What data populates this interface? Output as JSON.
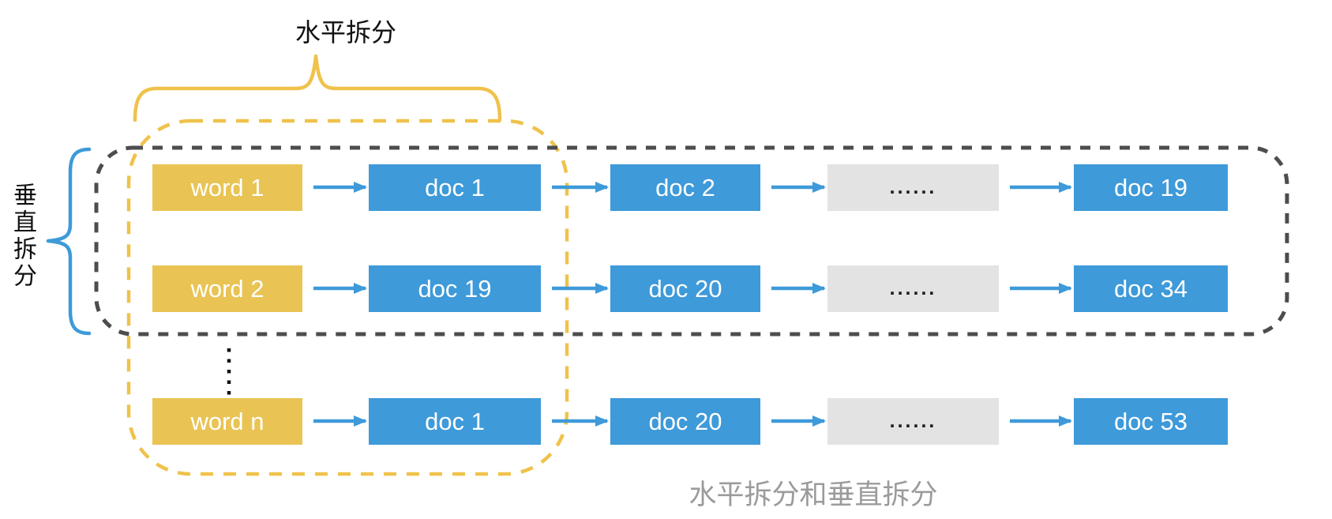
{
  "labels": {
    "horizontal_split": "水平拆分",
    "vertical_split": "垂直拆分",
    "caption": "水平拆分和垂直拆分"
  },
  "rows": [
    {
      "word": "word 1",
      "docs": [
        "doc 1",
        "doc 2",
        "......",
        "doc 19"
      ]
    },
    {
      "word": "word 2",
      "docs": [
        "doc 19",
        "doc 20",
        "......",
        "doc 34"
      ]
    },
    {
      "word": "word n",
      "docs": [
        "doc 1",
        "doc 20",
        "......",
        "doc 53"
      ]
    }
  ],
  "colors": {
    "word_box": "#E9C454",
    "doc_box": "#3E9AD9",
    "ellipsis_box": "#E3E3E3",
    "arrow": "#3E9AD9",
    "brace_horizontal": "#F0C24B",
    "brace_vertical": "#3E9AD9",
    "horizontal_group_outline": "#F0C24B",
    "vertical_group_outline": "#4D4D4D",
    "ellipsis_dots": "#111111",
    "caption_text": "#9B9B9B",
    "label_text": "#111111"
  }
}
